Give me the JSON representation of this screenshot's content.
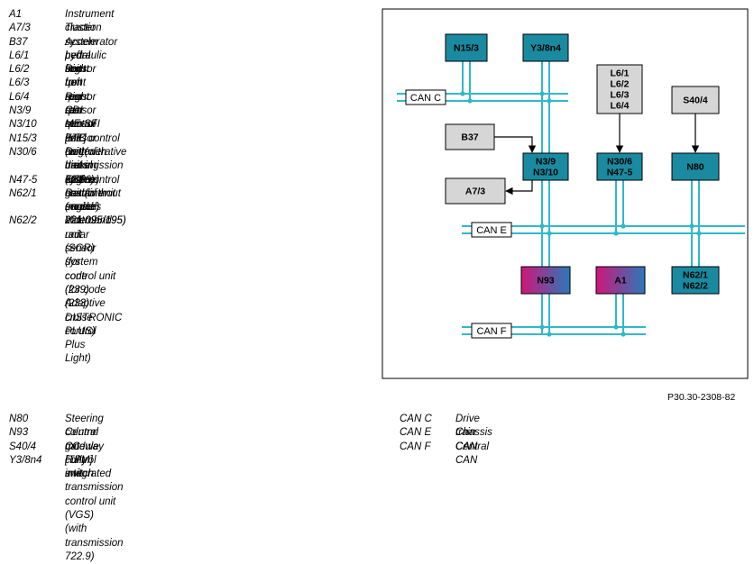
{
  "legend_top": [
    {
      "code": "A1",
      "desc": "Instrument cluster"
    },
    {
      "code": "A7/3",
      "desc": "Traction system hydraulic unit"
    },
    {
      "code": "B37",
      "desc": "Accelerator pedal sensor"
    },
    {
      "code": "L6/1",
      "desc": "Left front rpm sensor"
    },
    {
      "code": "L6/2",
      "desc": "Right front rpm sensor"
    },
    {
      "code": "L6/3",
      "desc": "Left rear rpm sensor"
    },
    {
      "code": "L6/4",
      "desc": "Right rear rpm sensor"
    },
    {
      "code": "N3/9",
      "desc": "CDI control unit (with diesel engine)"
    },
    {
      "code": "N3/10",
      "desc": "ME-SFI [ME] control unit (with gasoline engine)"
    },
    {
      "code": "N15/3",
      "desc": "ETC control unit (with transmission 722.6)"
    },
    {
      "code": "N30/6",
      "desc": "Regenerative braking system control unit (model\n221.095/195)"
    },
    {
      "code": "N47-5",
      "desc": "ESP control unit (without model 221.095/195)"
    },
    {
      "code": "N62/1",
      "desc": "Radar sensors control unit (SGR)\n(for code (239) Adaptive cruise control Plus Light)"
    },
    {
      "code": "N62/2",
      "desc": "Video and radar sensor system control unit\n(for code (233) DISTRONIC PLUS)"
    }
  ],
  "legend_bottom_left": [
    {
      "code": "N80",
      "desc": "Steering column module"
    },
    {
      "code": "N93",
      "desc": "Central gateway control unit"
    },
    {
      "code": "S40/4",
      "desc": "CC [TPM] switch"
    },
    {
      "code": "Y3/8n4",
      "desc": "Fully integrated transmission control unit (VGS)\n(with transmission 722.9)"
    }
  ],
  "legend_bottom_right": [
    {
      "code": "CAN C",
      "desc": "Drive train CAN"
    },
    {
      "code": "CAN E",
      "desc": "Chassis CAN"
    },
    {
      "code": "CAN F",
      "desc": "Central CAN"
    }
  ],
  "reference": "P30.30-2308-82",
  "diagram": {
    "bus_labels": {
      "can_c": "CAN C",
      "can_e": "CAN E",
      "can_f": "CAN F"
    },
    "boxes": {
      "n15_3": [
        "N15/3"
      ],
      "y3_8n4": [
        "Y3/8n4"
      ],
      "l6": [
        "L6/1",
        "L6/2",
        "L6/3",
        "L6/4"
      ],
      "s40_4": [
        "S40/4"
      ],
      "b37": [
        "B37"
      ],
      "n3": [
        "N3/9",
        "N3/10"
      ],
      "n30": [
        "N30/6",
        "N47-5"
      ],
      "n80": [
        "N80"
      ],
      "a7_3": [
        "A7/3"
      ],
      "n93": [
        "N93"
      ],
      "a1": [
        "A1"
      ],
      "n62": [
        "N62/1",
        "N62/2"
      ]
    },
    "colors": {
      "bus": "#2fb9c9",
      "module": "#1a8aa0",
      "sensor": "#d6d6d6",
      "gateway_left": "#d0157a",
      "gateway_right": "#2a79b8"
    }
  }
}
